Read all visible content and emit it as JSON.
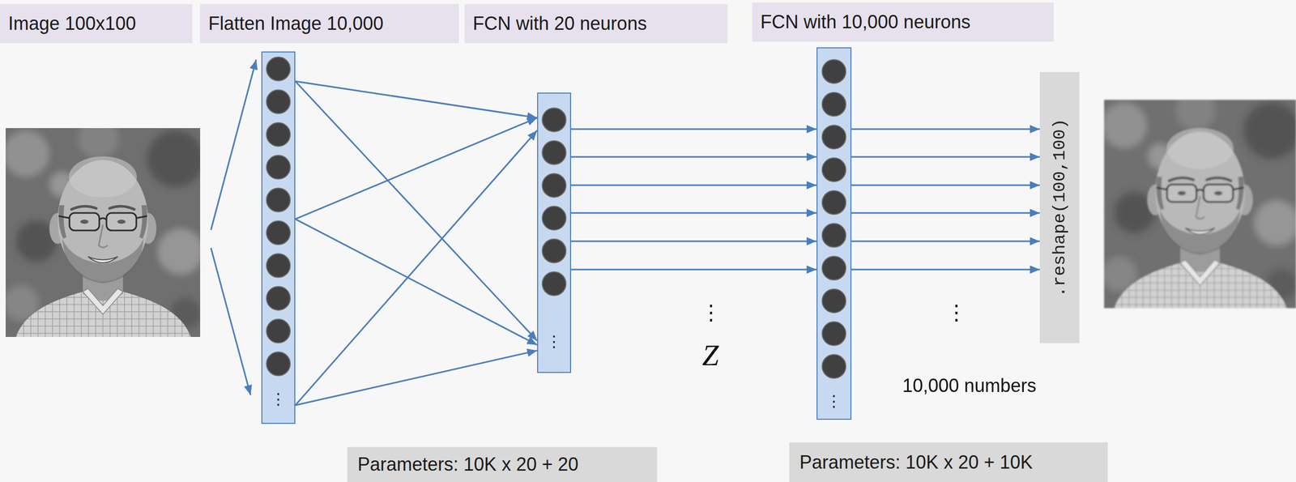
{
  "diagram": {
    "nodes": [
      {
        "text": [
          "Image 100x100"
        ]
      },
      {
        "text": [
          "Flatten Image 10,000"
        ]
      },
      {
        "text": [
          "FCN with 20 neurons"
        ]
      },
      {
        "text": [
          "FCN with 10,000 neurons"
        ]
      },
      {
        "text": [
          "⋮"
        ]
      },
      {
        "text": [
          "⋮"
        ]
      },
      {
        "text": [
          "⋮"
        ]
      },
      {
        "text": [
          ".reshape(100,100)"
        ]
      },
      {
        "text": [
          "Parameters: 10K x 20 + 20"
        ]
      },
      {
        "text": [
          "Parameters: 10K x 20 + 10K"
        ]
      }
    ],
    "edges": [
      {
        "from": 4,
        "to": 5,
        "arrow": "to"
      },
      {
        "from": 5,
        "to": 6,
        "arrow": "to"
      },
      {
        "from": 6,
        "to": 7,
        "arrow": "to"
      }
    ],
    "labels": [
      "⋮",
      "Z",
      "⋮",
      "10,000 numbers"
    ]
  }
}
